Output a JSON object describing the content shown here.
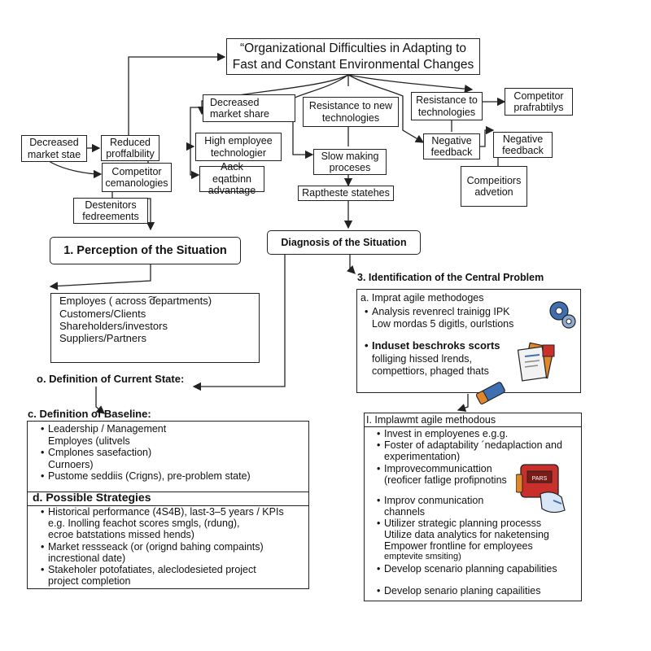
{
  "title": {
    "line1": "“Organizational Difficulties in Adapting to",
    "line2": "Fast and Constant Environmental Changes"
  },
  "top_nodes": {
    "decreased_market_share_center": {
      "line1": "Decreased",
      "line2": "market share"
    },
    "resistance_new_technologies": {
      "line1": "Resistance to new",
      "line2": "technologies"
    },
    "resistance_technologies_right": {
      "line1": "Resistance to",
      "line2": "technologies"
    },
    "competitor_profitability": {
      "line1": "Competitor",
      "line2": "prafrabtilys"
    },
    "decreased_market_share_left": {
      "line1": "Decreased",
      "line2": "market stae"
    },
    "reduced_profitability": {
      "line1": "Reduced",
      "line2": "proffalbility"
    },
    "high_employee": {
      "line1": "High employee",
      "line2": "technologier"
    },
    "competitor_technologies": {
      "line1": "Competitor",
      "line2": "cemanologies"
    },
    "aack_advantage": {
      "line1": "Aack eqatbinn",
      "line2": "advantage"
    },
    "destenitors": {
      "line1": "Destenitors",
      "line2": "fedreements"
    },
    "slow_making": {
      "line1": "Slow making",
      "line2": "proceses"
    },
    "rapheste": {
      "line1": "Raptheste statehes"
    },
    "negative_feedback_mid": {
      "line1": "Negative",
      "line2": "feedback"
    },
    "negative_feedback_right": {
      "line1": "Negative",
      "line2": "feedback"
    },
    "competitors_advetion": {
      "line1": "Compeitiors",
      "line2": "advetion"
    }
  },
  "phases": {
    "perception": "1. Perception of the Situation",
    "diagnosis": "Diagnosis of the Situation",
    "identification": "3. Identification of the Central Problem"
  },
  "stakeholders": [
    "Employes ( across ͠departments)",
    "Customers/Clients",
    "Shareholders/investors",
    "Suppliers/Partners"
  ],
  "definition_current": "o. Definition of Current State:",
  "baseline": {
    "heading": "c. Definition of Baseline:",
    "items": [
      "Leadership / Management",
      "Employes (ulitvels",
      "Cmplones sasefaction)",
      "Curnoers)",
      "Pustome seddiis (Crigns), pre-problem state)"
    ]
  },
  "strategies": {
    "heading": "d. Possible Strategies",
    "items": [
      "Historical performance (4S4B), last-3–5 years / KPIs",
      "e.g. Inolling feachot scores smgls, (rdung),",
      "ecroe batstations missed hends)",
      "Market ressseack (or (orignd bahing compaints)",
      "increstional date)",
      "Stakeholer potofatiates, aleclodesieted project",
      "project completion"
    ]
  },
  "agile_panel": {
    "heading": "a. Imprat agile methodoges",
    "line1": "Analysis revenrecl trainigg IPK",
    "line2": "Low mordas 5 digitls, ourlstions",
    "subheading": "Induset beschroks scorts",
    "line3": "folliging hissed lrends,",
    "line4": "compettiors, phaged thats"
  },
  "implement_panel": {
    "heading": "I. Implawmt agile methodous",
    "items": [
      "Invest in employenes e.g.g.",
      "Foster of adaptability ´nedaplaction and",
      "experimentation)",
      "Improvecommunicattion",
      "(reoficer fatlige profipnotins",
      "Improv conmunication",
      "channels",
      "Utilizer strategic planning processs",
      "Utilize data analytics for naketensing",
      "Empower frontline for employees",
      "emptevite smsiting)",
      "Develop scenario planning capabilities",
      "Develop senario planing capailities"
    ]
  },
  "colors": {
    "accent_blue": "#3f6fb0",
    "accent_orange": "#e0872b",
    "accent_red": "#c9302c",
    "line": "#222222"
  }
}
